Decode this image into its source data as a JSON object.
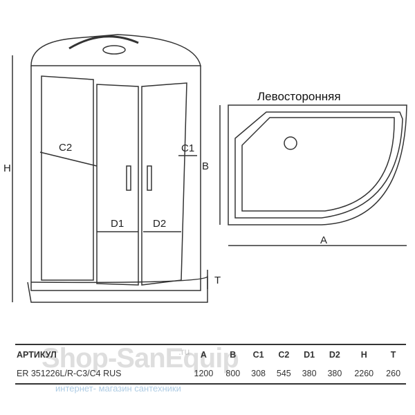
{
  "diagram": {
    "title": "Левосторонняя",
    "labels": {
      "h": "H",
      "c2": "C2",
      "c1": "C1",
      "d1": "D1",
      "d2": "D2",
      "t": "T",
      "a": "A",
      "b": "B"
    }
  },
  "watermark": {
    "brand": "Shop-SanEquip",
    "domain": ".ru",
    "tagline": "интернет- магазин сантехники"
  },
  "table": {
    "headers": [
      "АРТИКУЛ",
      "A",
      "B",
      "C1",
      "C2",
      "D1",
      "D2",
      "H",
      "T"
    ],
    "row": [
      "ER 351226L/R-C3/C4 RUS",
      "1200",
      "800",
      "308",
      "545",
      "380",
      "380",
      "2260",
      "260"
    ]
  }
}
